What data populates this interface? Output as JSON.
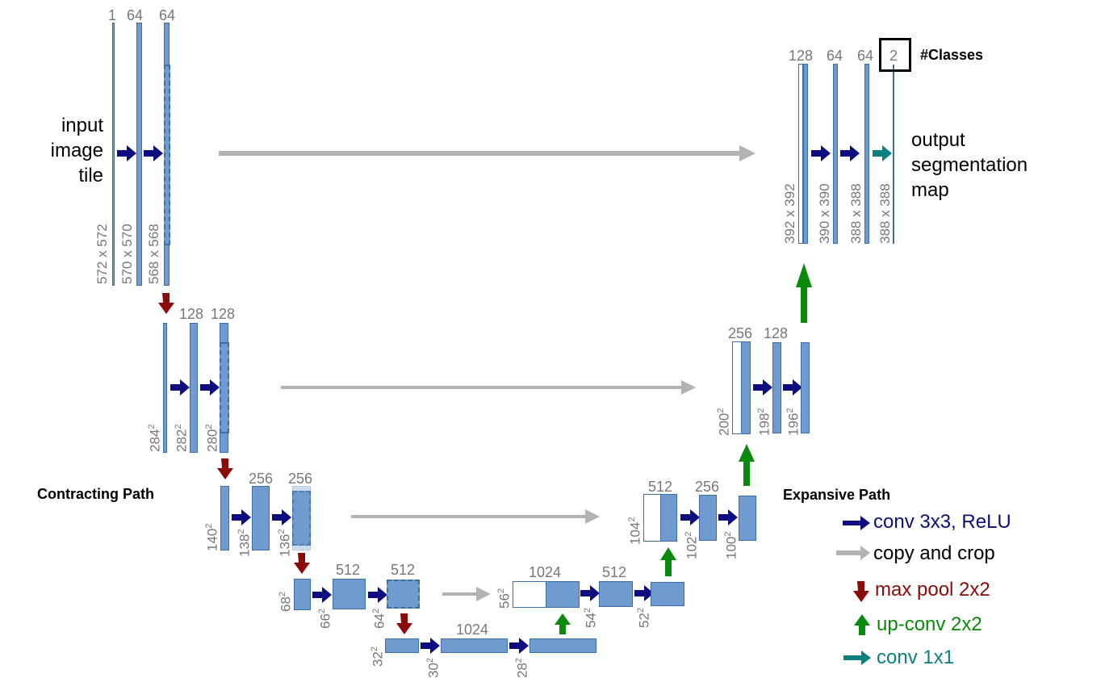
{
  "labels": {
    "input": [
      "input",
      "image",
      "tile"
    ],
    "output": [
      "output",
      "segmentation",
      "map"
    ],
    "contracting": "Contracting Path",
    "expansive": "Expansive Path",
    "classes": "#Classes"
  },
  "channels": {
    "c1a": "1",
    "c1b": "64",
    "c1c": "64",
    "c2a": "128",
    "c2b": "128",
    "c3a": "256",
    "c3b": "256",
    "c4a": "512",
    "c4b": "512",
    "c5a": "1024",
    "e4a": "1024",
    "e4b": "512",
    "e3a": "512",
    "e3b": "256",
    "e2a": "256",
    "e2b": "128",
    "e1a": "128",
    "e1b": "64",
    "e1c": "64",
    "e1d": "2"
  },
  "dims": {
    "d572": "572 x 572",
    "d570": "570 x 570",
    "d568": "568 x 568",
    "d284": "284",
    "d282": "282",
    "d280": "280",
    "d140": "140",
    "d138": "138",
    "d136": "136",
    "d68": "68",
    "d66": "66",
    "d64": "64",
    "d32": "32",
    "d30": "30",
    "d28": "28",
    "d56": "56",
    "d54": "54",
    "d52": "52",
    "d104": "104",
    "d102": "102",
    "d100": "100",
    "d200": "200",
    "d198": "198",
    "d196": "196",
    "d392": "392 x 392",
    "d390": "390 x 390",
    "d388a": "388 x 388",
    "d388b": "388 x 388",
    "sq": "2"
  },
  "legend": {
    "conv": "conv 3x3, ReLU",
    "copy": "copy and crop",
    "pool": "max pool 2x2",
    "up": "up-conv 2x2",
    "conv1": "conv 1x1"
  },
  "colors": {
    "conv": "#0d0d80",
    "copy": "#b3b3b3",
    "pool": "#8b0a0a",
    "up": "#0a8a0a",
    "conv1": "#0a8080",
    "block": "#6f9bd1"
  }
}
